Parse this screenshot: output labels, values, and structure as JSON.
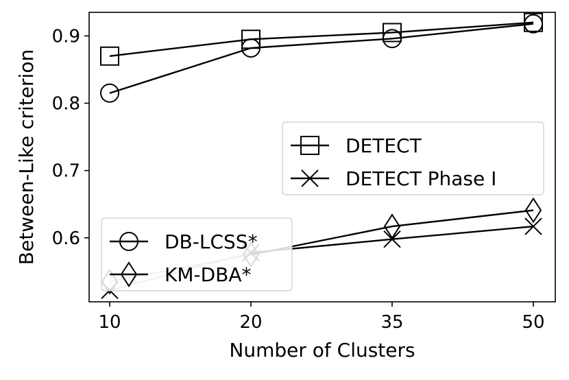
{
  "chart_data": {
    "type": "line",
    "xlabel": "Number of Clusters",
    "ylabel": "Between-Like criterion",
    "x_categories": [
      "10",
      "20",
      "35",
      "50"
    ],
    "ylim": [
      0.505,
      0.935
    ],
    "yticks": [
      0.6,
      0.7,
      0.8,
      0.9
    ],
    "ytick_labels": [
      "0.6",
      "0.7",
      "0.8",
      "0.9"
    ],
    "grid": false,
    "series": [
      {
        "name": "DETECT",
        "marker": "square",
        "color": "#000000",
        "values": [
          0.87,
          0.895,
          0.905,
          0.92
        ]
      },
      {
        "name": "DETECT Phase I",
        "marker": "x",
        "color": "#000000",
        "values": [
          0.522,
          0.578,
          0.598,
          0.617
        ]
      },
      {
        "name": "DB-LCSS*",
        "marker": "circle",
        "color": "#000000",
        "values": [
          0.815,
          0.882,
          0.896,
          0.918
        ]
      },
      {
        "name": "KM-DBA*",
        "marker": "diamond",
        "color": "#000000",
        "values": [
          0.535,
          0.575,
          0.617,
          0.641
        ]
      }
    ],
    "legends": [
      {
        "placement": "center-right",
        "entries": [
          "DETECT",
          "DETECT Phase I"
        ]
      },
      {
        "placement": "lower-left",
        "entries": [
          "DB-LCSS*",
          "KM-DBA*"
        ]
      }
    ],
    "faded_segment_color": "#aaaaaa"
  }
}
